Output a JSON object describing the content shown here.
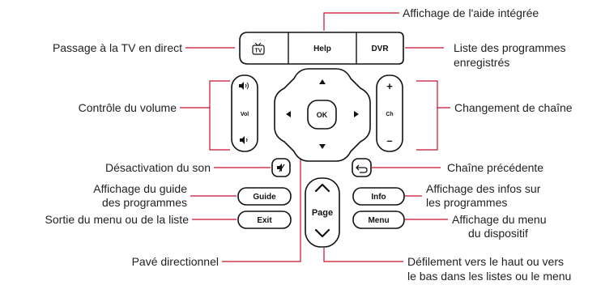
{
  "labels": {
    "help_builtin": "Affichage de l'aide intégrée",
    "live_tv": "Passage à la TV en direct",
    "recordings_line1": "Liste des programmes",
    "recordings_line2": "enregistrés",
    "volume": "Contrôle du volume",
    "channel_change": "Changement de chaîne",
    "mute": "Désactivation du son",
    "previous_channel": "Chaîne précédente",
    "guide_line1": "Affichage du guide",
    "guide_line2": "des programmes",
    "info_line1": "Affichage des infos sur",
    "info_line2": "les programmes",
    "exit_menu": "Sortie du menu ou de la liste",
    "menu_line1": "Affichage du menu",
    "menu_line2": "du dispositif",
    "dpad": "Pavé directionnel",
    "page_scroll_line1": "Défilement vers le haut ou vers",
    "page_scroll_line2": "le bas dans les listes ou le menu"
  },
  "remote": {
    "tv_icon_text": "TV",
    "help": "Help",
    "dvr": "DVR",
    "vol": "Vol",
    "ch": "Ch",
    "ch_plus": "+",
    "ch_minus": "–",
    "ok": "OK",
    "guide": "Guide",
    "exit": "Exit",
    "page": "Page",
    "info": "Info",
    "menu": "Menu"
  },
  "colors": {
    "callout_line": "#c8102e",
    "key_outline": "#111111"
  }
}
